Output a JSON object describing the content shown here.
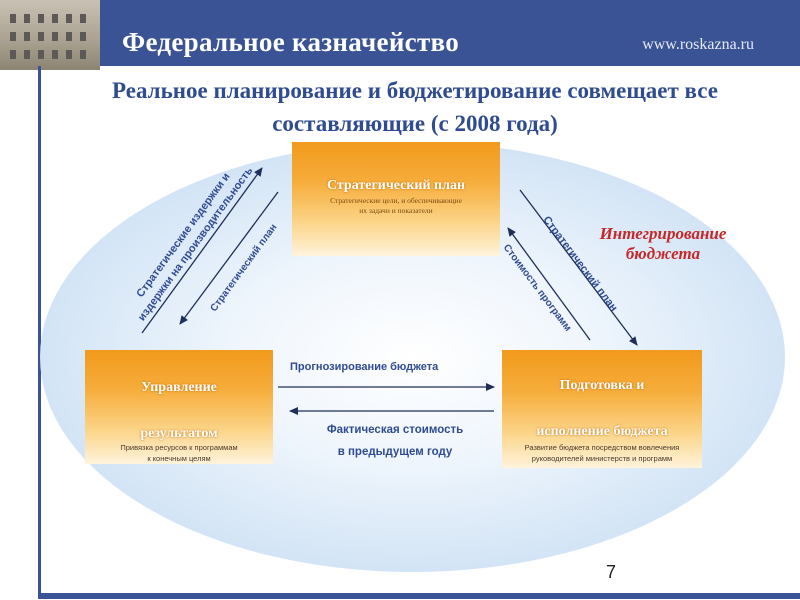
{
  "header": {
    "title": "Федеральное казначейство",
    "url": "www.roskazna.ru"
  },
  "headline": {
    "line1": "Реальное планирование и бюджетирование совмещает все",
    "line2": "составляющие (с 2008 года)"
  },
  "nodes": {
    "strategic_plan": {
      "title": "Стратегический план",
      "subtitle_line1": "Стратегические цели, и обеспечивающие",
      "subtitle_line2": "их задачи и показатели"
    },
    "results_management": {
      "title_line1": "Управление",
      "title_line2": "результатом",
      "subtitle_line1": "Привязка ресурсов к программам",
      "subtitle_line2": "к конечным целям"
    },
    "budget_preparation": {
      "title_line1": "Подготовка и",
      "title_line2": "исполнение бюджета",
      "subtitle_line1": "Развитие бюджета посредством вовлечения",
      "subtitle_line2": "руководителей министерств и программ"
    }
  },
  "edges": {
    "left_outer_line1": "Стратегические издержки и",
    "left_outer_line2": "издержки на производительность",
    "left_inner": "Стратегический план",
    "right_outer": "Стратегический план",
    "right_inner": "Стоимость программ",
    "bottom_top": "Прогнозирование бюджета",
    "bottom_lower_line1": "Фактическая стоимость",
    "bottom_lower_line2": "в предыдущем году"
  },
  "integration_label": {
    "line1": "Интегрирование",
    "line2": "бюджета"
  },
  "page_number": "7",
  "colors": {
    "header_bg": "#3a5394",
    "headline_text": "#2f4b92",
    "box_orange": "#f19a1c",
    "integration_red": "#c62828",
    "ellipse_blue": "#b9d4ee"
  }
}
